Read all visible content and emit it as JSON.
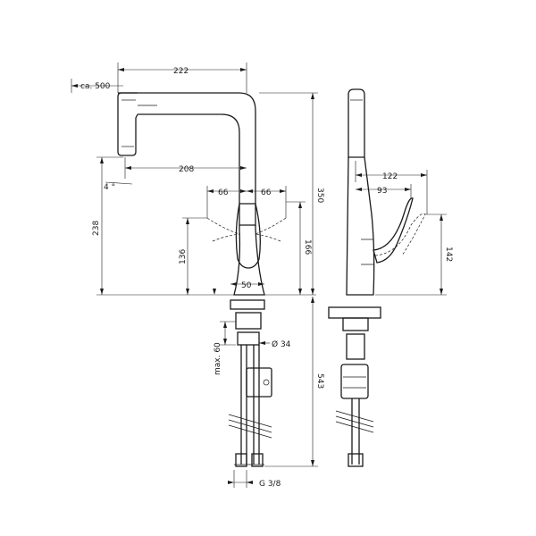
{
  "dimensions": {
    "spout_reach": "222",
    "pull_out_length": "ca. 500",
    "spout_outlet_reach": "208",
    "swivel_angle": "4 °",
    "handle_left": "66",
    "handle_right": "66",
    "spout_height": "238",
    "handle_height_left": "136",
    "handle_height_right": "166",
    "total_height": "350",
    "base_diameter": "50",
    "max_thickness": "max. 60",
    "shank_diameter": "Ø 34",
    "hose_length": "543",
    "connection_thread": "G 3/8",
    "side_reach_outer": "122",
    "side_reach_inner": "93",
    "side_lever_height": "142"
  }
}
